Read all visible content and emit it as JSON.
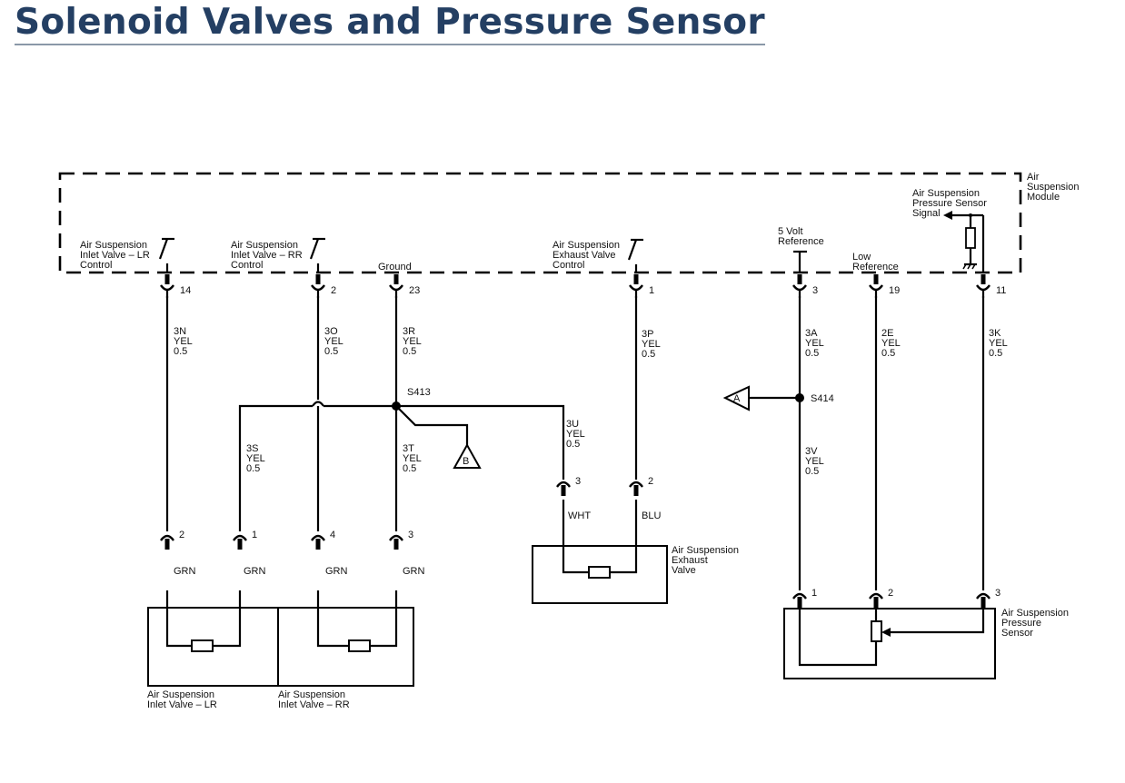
{
  "title": "Solenoid Valves and Pressure Sensor",
  "module": {
    "name_lines": [
      "Air",
      "Suspension",
      "Module"
    ],
    "pins": [
      {
        "label_lines": [
          "Air Suspension",
          "Inlet Valve – LR",
          "Control"
        ],
        "pin": "14"
      },
      {
        "label_lines": [
          "Air Suspension",
          "Inlet Valve – RR",
          "Control"
        ],
        "pin": "2"
      },
      {
        "label_lines": [
          "Ground"
        ],
        "pin": "23"
      },
      {
        "label_lines": [
          "Air Suspension",
          "Exhaust Valve",
          "Control"
        ],
        "pin": "1"
      },
      {
        "label_lines": [
          "5 Volt",
          "Reference"
        ],
        "pin": "3"
      },
      {
        "label_lines": [
          "Low",
          "Reference"
        ],
        "pin": "19"
      },
      {
        "label_lines": [
          "Air Suspension",
          "Pressure Sensor",
          "Signal"
        ],
        "pin": "11"
      }
    ]
  },
  "circuits": {
    "c3N": [
      "3N",
      "YEL",
      "0.5"
    ],
    "c3O": [
      "3O",
      "YEL",
      "0.5"
    ],
    "c3R": [
      "3R",
      "YEL",
      "0.5"
    ],
    "c3P": [
      "3P",
      "YEL",
      "0.5"
    ],
    "c3A": [
      "3A",
      "YEL",
      "0.5"
    ],
    "c2E": [
      "2E",
      "YEL",
      "0.5"
    ],
    "c3K": [
      "3K",
      "YEL",
      "0.5"
    ],
    "c3S": [
      "3S",
      "YEL",
      "0.5"
    ],
    "c3T": [
      "3T",
      "YEL",
      "0.5"
    ],
    "c3U": [
      "3U",
      "YEL",
      "0.5"
    ],
    "c3V": [
      "3V",
      "YEL",
      "0.5"
    ]
  },
  "splices": {
    "s413": "S413",
    "s414": "S414"
  },
  "connectors": {
    "a": "A",
    "b": "B"
  },
  "components": {
    "inlet_lr": {
      "name_lines": [
        "Air Suspension",
        "Inlet Valve – LR"
      ],
      "pins": [
        "2",
        "1"
      ],
      "wire_colors": [
        "GRN",
        "GRN"
      ]
    },
    "inlet_rr": {
      "name_lines": [
        "Air Suspension",
        "Inlet Valve – RR"
      ],
      "pins": [
        "4",
        "3"
      ],
      "wire_colors": [
        "GRN",
        "GRN"
      ]
    },
    "exhaust": {
      "name_lines": [
        "Air Suspension",
        "Exhaust",
        "Valve"
      ],
      "pins": [
        "3",
        "2"
      ],
      "wire_colors": [
        "WHT",
        "BLU"
      ]
    },
    "sensor": {
      "name_lines": [
        "Air Suspension",
        "Pressure",
        "Sensor"
      ],
      "pins": [
        "1",
        "2",
        "3"
      ]
    }
  }
}
